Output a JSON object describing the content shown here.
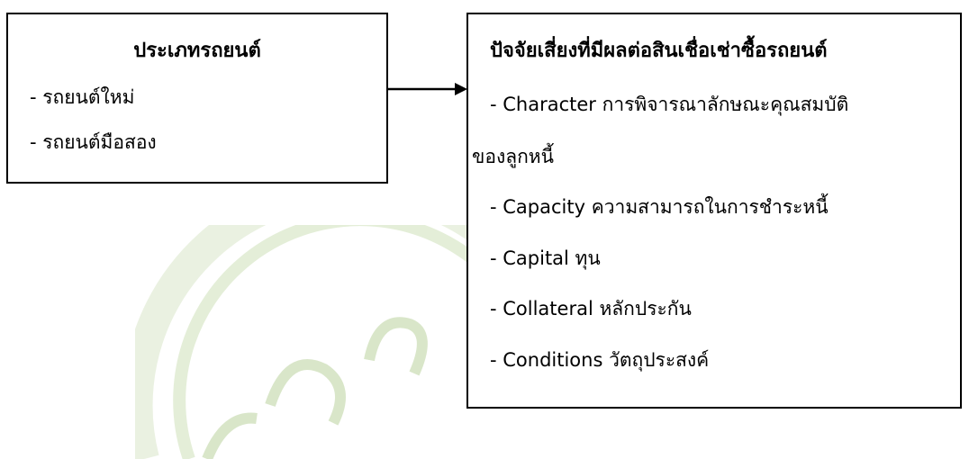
{
  "left_box": {
    "title": "ประเภทรถยนต์",
    "items": [
      "- รถยนต์ใหม่",
      "- รถยนต์มือสอง"
    ]
  },
  "right_box": {
    "title": "ปัจจัยเสี่ยงที่มีผลต่อสินเชื่อเช่าซื้อรถยนต์",
    "items": [
      "- Character การพิจารณาลักษณะคุณสมบัติ",
      "ของลูกหนี้",
      "- Capacity ความสามารถในการชำระหนี้",
      "- Capital ทุน",
      "- Collateral หลักประกัน",
      "- Conditions วัตถุประสงค์"
    ]
  },
  "colors": {
    "line": "#000000",
    "watermark": "#5e9e2e"
  }
}
